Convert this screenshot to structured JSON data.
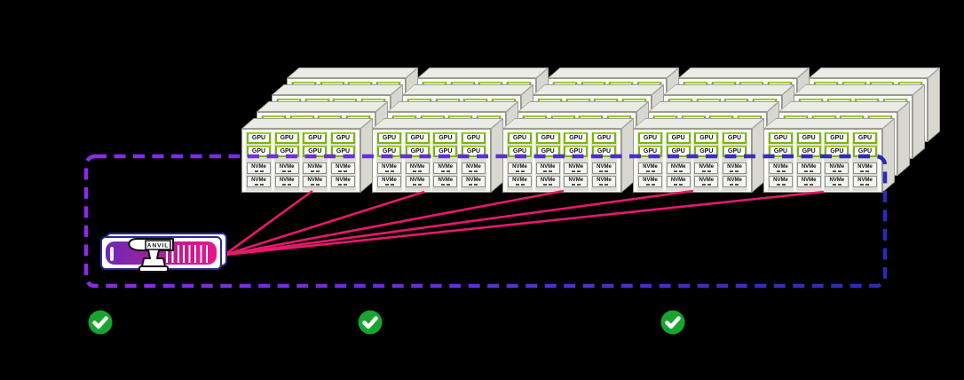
{
  "diagram": {
    "background_color": "#000000",
    "cluster": {
      "stack_count": 5,
      "nodes_per_stack": 4,
      "node": {
        "gpu_label": "GPU",
        "gpu_rows": 2,
        "gpu_cols": 4,
        "nvme_label": "NVMe",
        "nvme_rows": 2,
        "nvme_cols": 4
      }
    },
    "appliance": {
      "label": "ANVIL"
    },
    "links": {
      "count": 5
    },
    "checkmarks": {
      "count": 3,
      "symbol": "check"
    },
    "colors": {
      "gpu_green": "#76B900",
      "nvme_border": "#8F8F88",
      "server_face": "#FAFAF7",
      "dash_gradient_start": "#8B2BE8",
      "dash_gradient_mid": "#5A30D8",
      "dash_gradient_end": "#2B2BB4",
      "link_pink": "#E8186C",
      "check_green": "#17A52F",
      "appliance_border": "#2A2A96",
      "appliance_gradient_start": "#6D28B8",
      "appliance_gradient_end": "#EC148C"
    }
  }
}
